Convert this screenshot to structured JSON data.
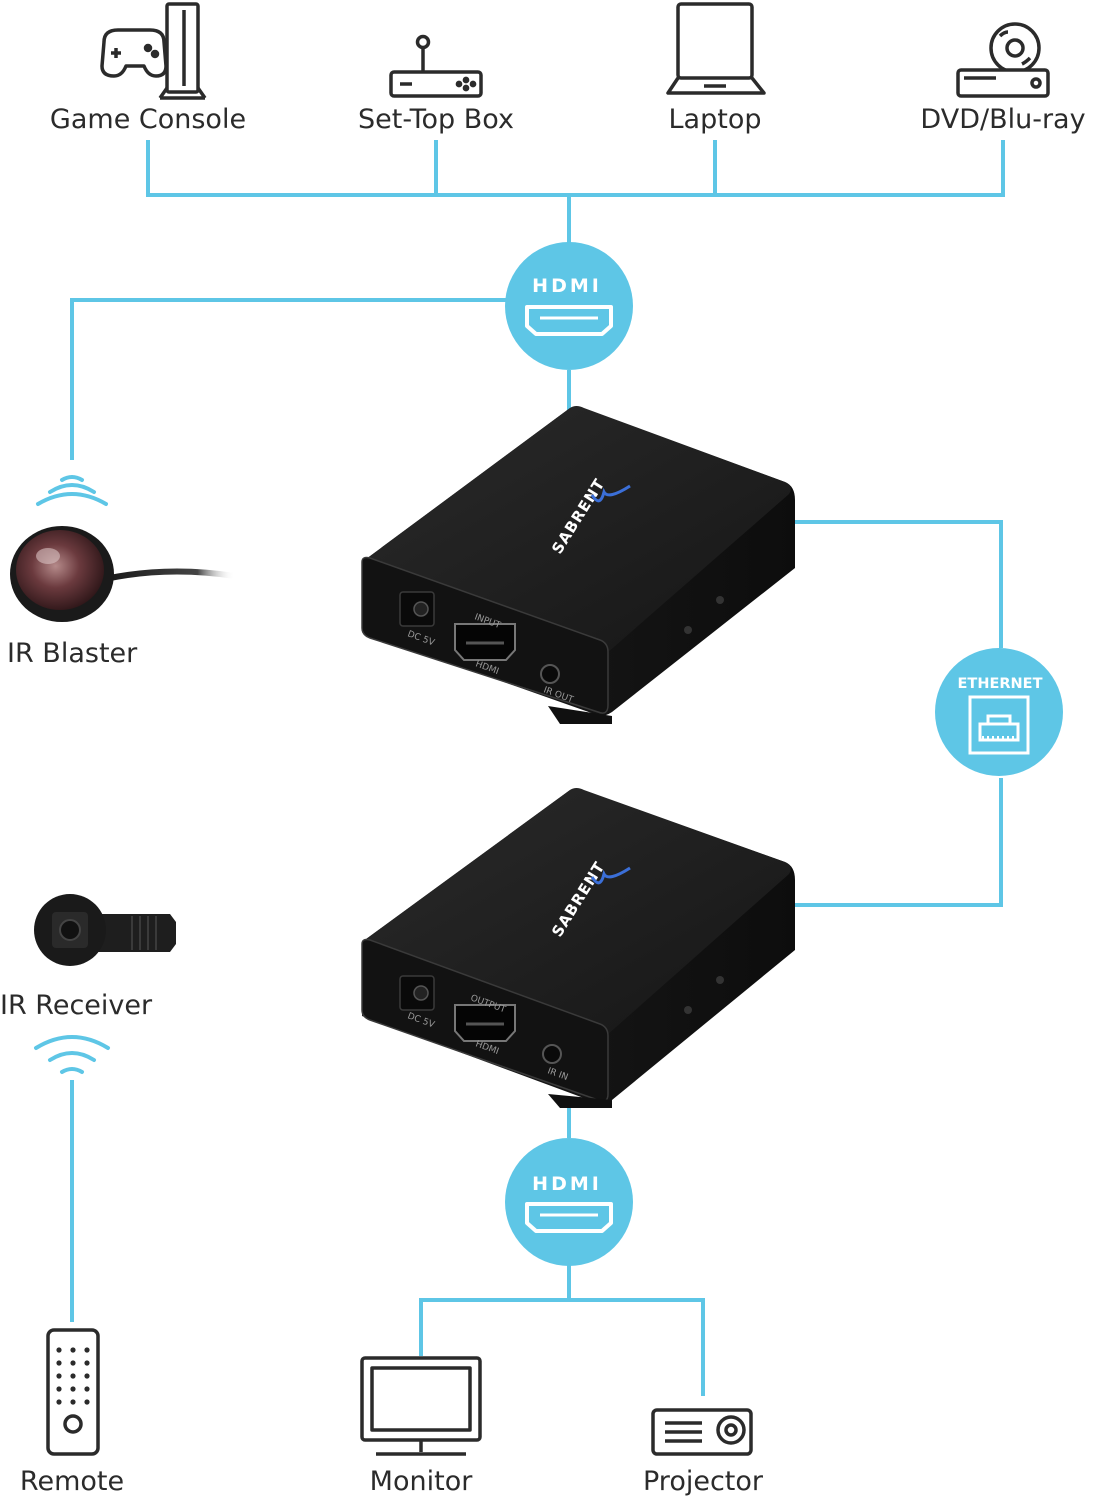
{
  "colors": {
    "line": "#5ec6e6",
    "badge": "#5ec6e6",
    "device_body": "#1b1b1b",
    "device_face": "#141414",
    "icon_stroke": "#2b2b2b",
    "label_text": "#2b2b2b"
  },
  "sources": [
    {
      "label": "Game Console",
      "icon": "game-console-icon"
    },
    {
      "label": "Set-Top Box",
      "icon": "set-top-box-icon"
    },
    {
      "label": "Laptop",
      "icon": "laptop-icon"
    },
    {
      "label": "DVD/Blu-ray",
      "icon": "dvd-player-icon"
    }
  ],
  "badges": {
    "hdmi_in": "HDMI",
    "ethernet": "ETHERNET",
    "hdmi_out": "HDMI"
  },
  "transmitter": {
    "brand": "SABRENT",
    "dc": "DC 5V",
    "port_top": "INPUT",
    "port_bottom": "HDMI",
    "ir": "IR OUT"
  },
  "receiver": {
    "brand": "SABRENT",
    "dc": "DC 5V",
    "port_top": "OUTPUT",
    "port_bottom": "HDMI",
    "ir": "IR IN"
  },
  "ir_blaster": {
    "label": "IR Blaster"
  },
  "ir_receiver": {
    "label": "IR Receiver"
  },
  "remote": {
    "label": "Remote"
  },
  "displays": [
    {
      "label": "Monitor",
      "icon": "monitor-icon"
    },
    {
      "label": "Projector",
      "icon": "projector-icon"
    }
  ]
}
